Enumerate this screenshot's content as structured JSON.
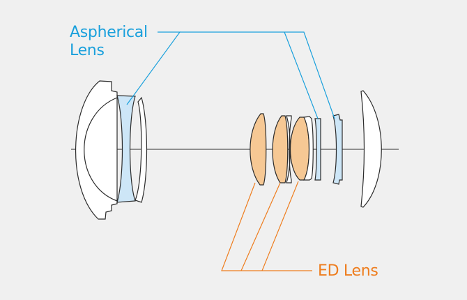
{
  "labels": {
    "aspherical_line1": "Aspherical",
    "aspherical_line2": "Lens",
    "ed": "ED Lens"
  },
  "colors": {
    "background": "#f0f0f0",
    "lens_outline": "#2b2b2b",
    "aspherical_fill": "#cde6f7",
    "aspherical_leader": "#1aa0dc",
    "ed_fill": "#f6c894",
    "ed_leader": "#ee7d1e",
    "optical_axis": "#555555"
  }
}
